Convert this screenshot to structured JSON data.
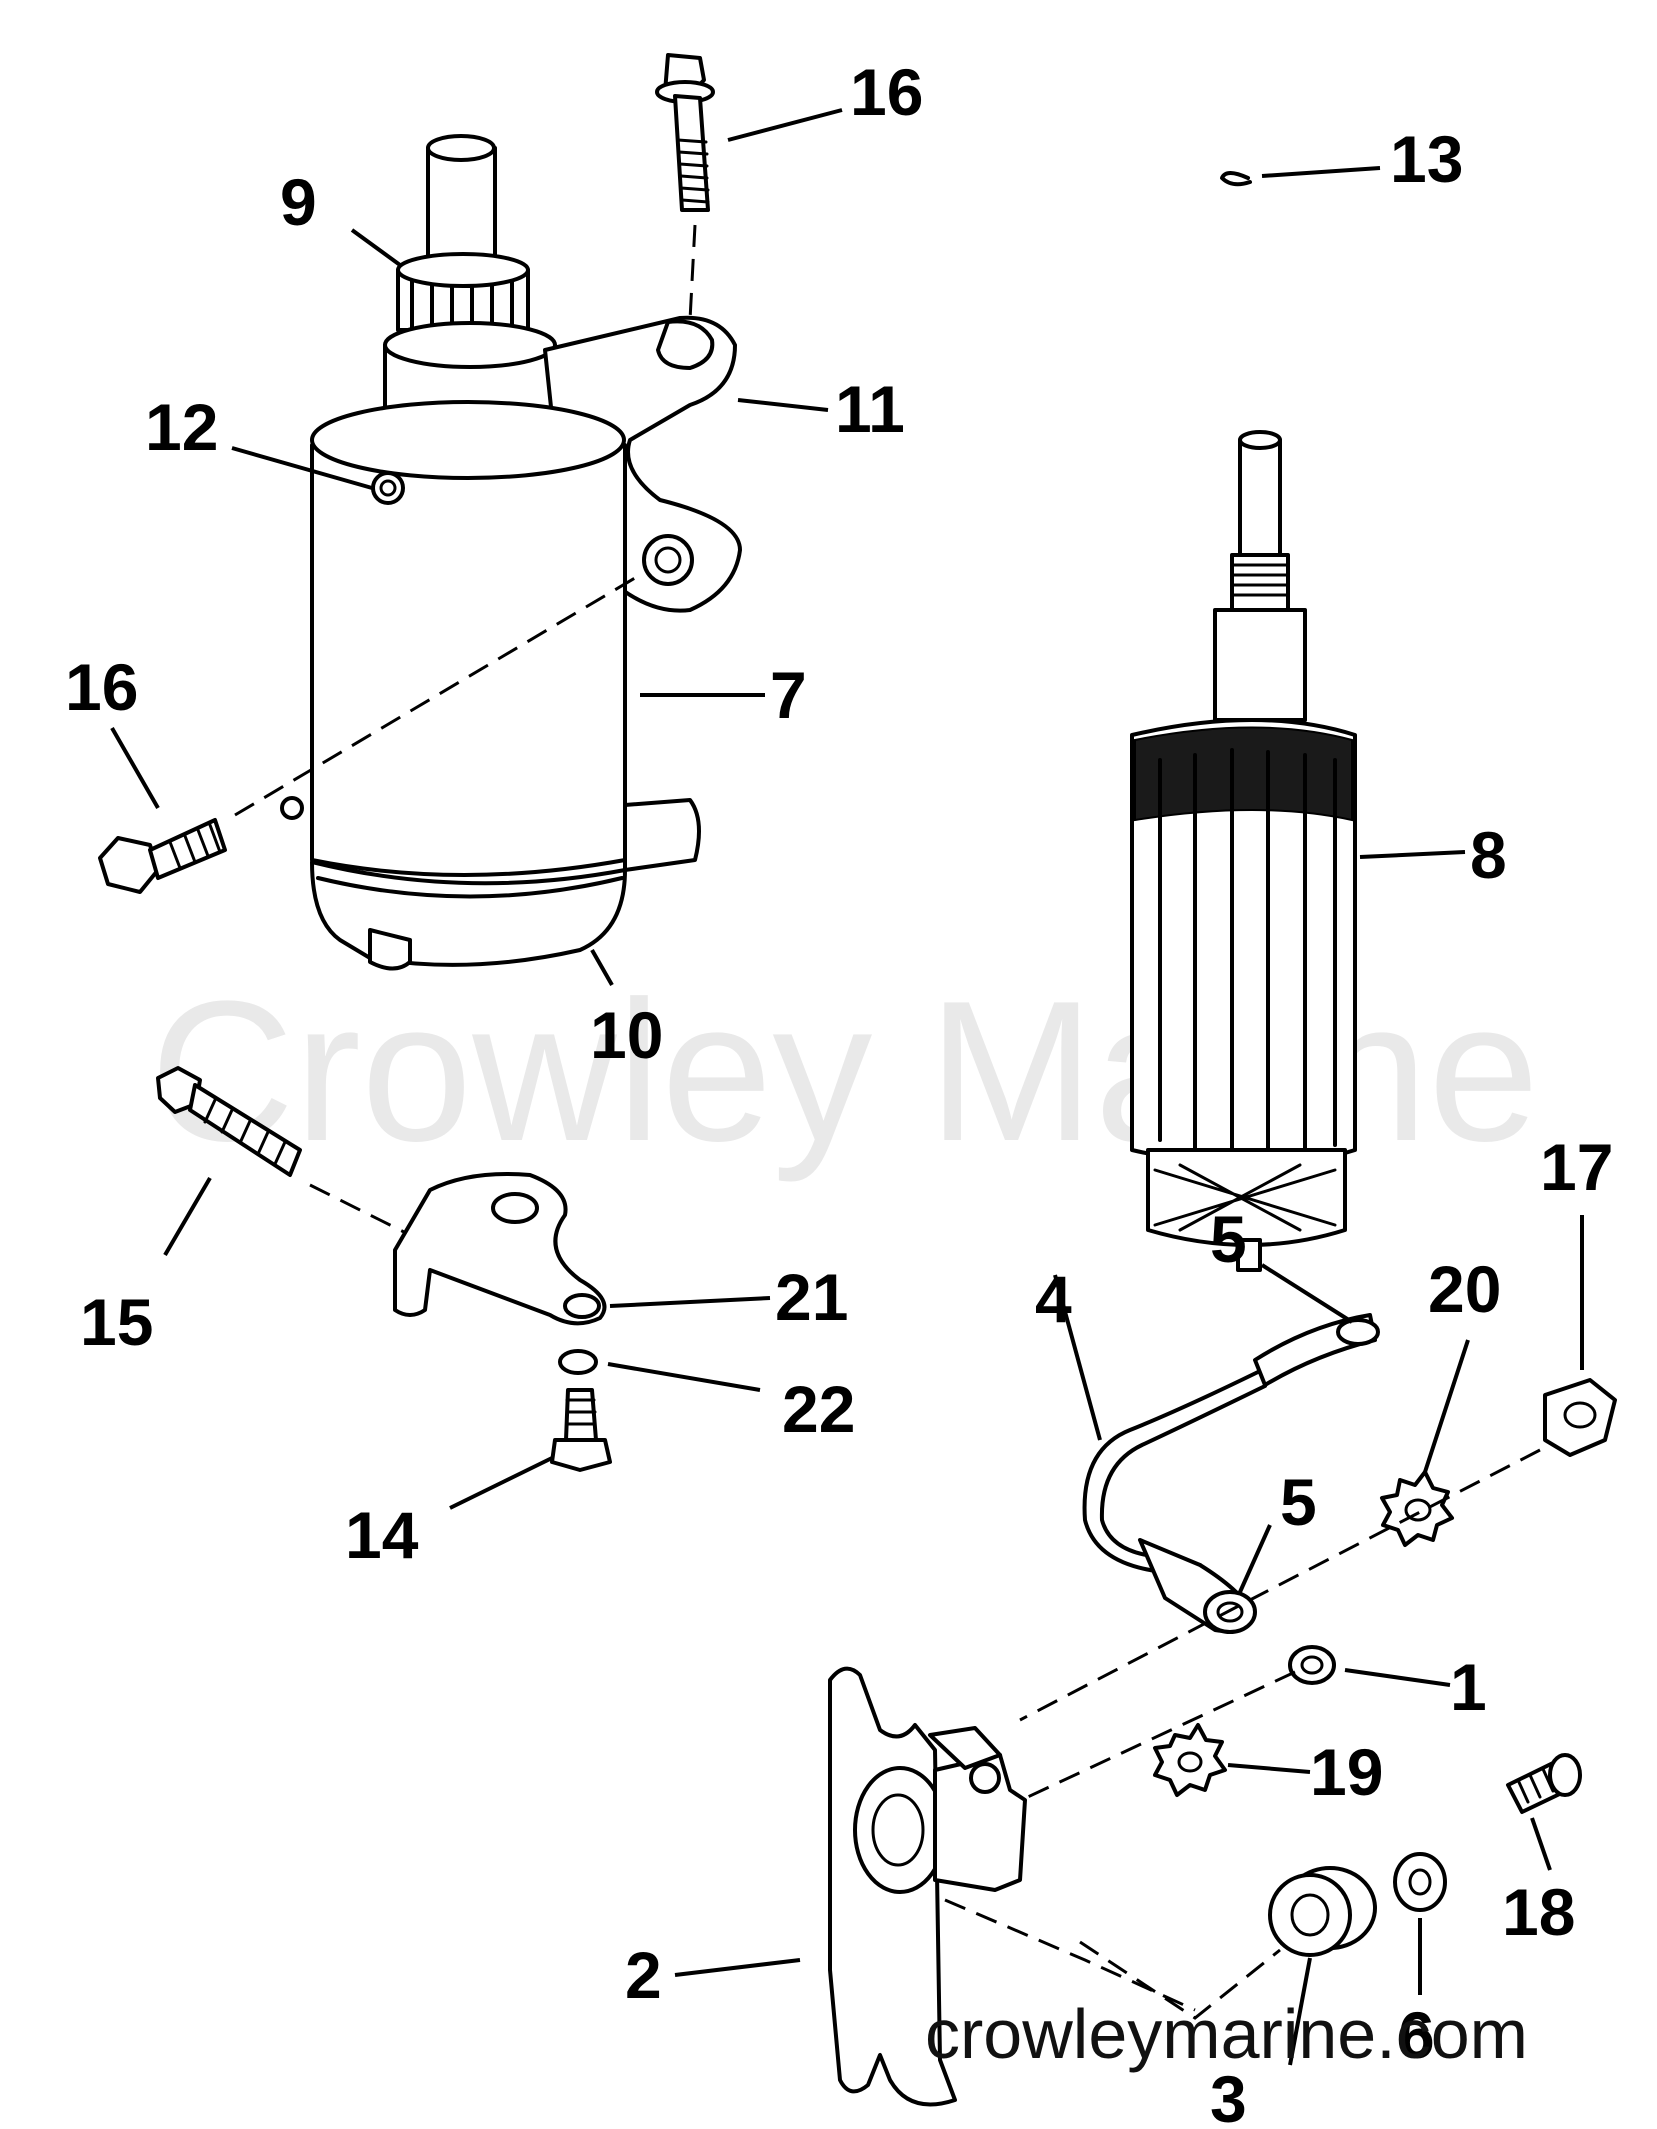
{
  "watermark": "Crowley Marine",
  "site": "crowleymarine.com",
  "labels": {
    "l1": "1",
    "l2": "2",
    "l3": "3",
    "l4": "4",
    "l5a": "5",
    "l5b": "5",
    "l6": "6",
    "l7": "7",
    "l8": "8",
    "l9": "9",
    "l10": "10",
    "l11": "11",
    "l12": "12",
    "l13": "13",
    "l14": "14",
    "l15": "15",
    "l16a": "16",
    "l16b": "16",
    "l17": "17",
    "l18": "18",
    "l19": "19",
    "l20": "20",
    "l21": "21",
    "l22": "22"
  }
}
